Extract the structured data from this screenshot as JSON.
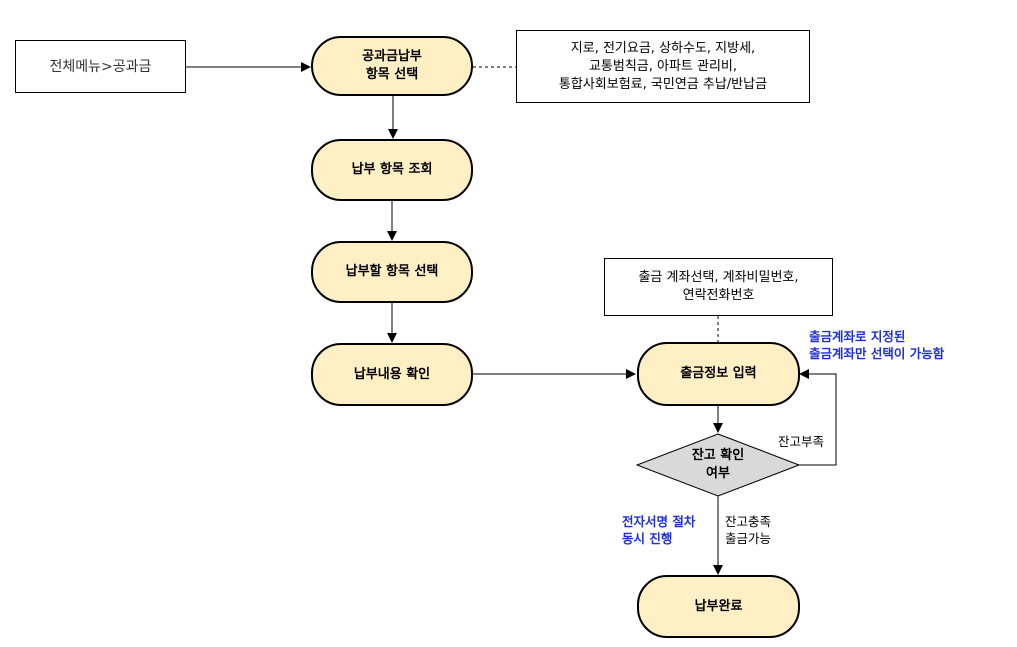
{
  "start_box": "전체메뉴>공과금",
  "steps": {
    "select_item": "공과금납부\n항목 선택",
    "lookup": "납부 항목 조회",
    "choose": "납부할 항목 선택",
    "confirm": "납부내용 확인",
    "withdraw_input": "출금정보 입력",
    "done": "납부완료"
  },
  "decision": "잔고 확인\n여부",
  "info_boxes": {
    "bill_types": "지로, 전기요금, 상하수도, 지방세,\n교통범칙금, 아파트 관리비,\n통합사회보험료, 국민연금 추납/반납금",
    "withdraw_fields": "출금 계좌선택, 계좌비밀번호,\n연락전화번호"
  },
  "notes": {
    "account_restriction": "출금계좌로 지정된\n출금계좌만 선택이 가능함",
    "insufficient": "잔고부족",
    "sufficient": "잔고충족\n출금가능",
    "esign": "전자서명 절차\n동시 진행"
  },
  "colors": {
    "terminal_fill": "#ffefc5",
    "decision_fill": "#d9d9d9",
    "note_blue": "#1f2fd8"
  }
}
